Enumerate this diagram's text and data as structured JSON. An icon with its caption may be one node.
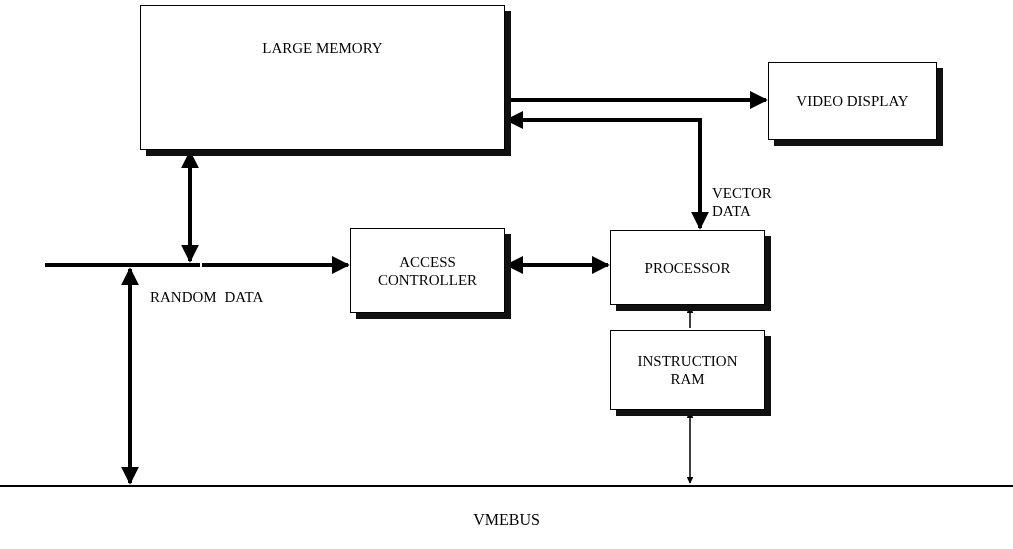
{
  "diagram": {
    "nodes": [
      {
        "text": [
          "LARGE MEMORY"
        ]
      },
      {
        "text": [
          "VIDEO DISPLAY"
        ]
      },
      {
        "text": [
          "ACCESS CONTROLLER"
        ]
      },
      {
        "text": [
          "PROCESSOR"
        ]
      },
      {
        "text": [
          "INSTRUCTION RAM"
        ]
      },
      {
        "text": [
          "VMEBUS"
        ]
      },
      {
        "text": [],
        "shape": "bar"
      }
    ],
    "edges": [
      {
        "from": 0,
        "to": 1,
        "arrow": "to"
      },
      {
        "from": 3,
        "to": 0,
        "arrow": "both",
        "label": "VECTOR DATA"
      },
      {
        "from": 0,
        "to": 6,
        "arrow": "both"
      },
      {
        "from": 5,
        "to": 6,
        "arrow": "both"
      },
      {
        "from": 6,
        "to": 2,
        "arrow": "to",
        "label": "RANDOM DATA"
      },
      {
        "from": 2,
        "to": 3,
        "arrow": "both"
      },
      {
        "from": 4,
        "to": 3,
        "arrow": "to"
      },
      {
        "from": 4,
        "to": 5,
        "arrow": "both"
      }
    ]
  }
}
